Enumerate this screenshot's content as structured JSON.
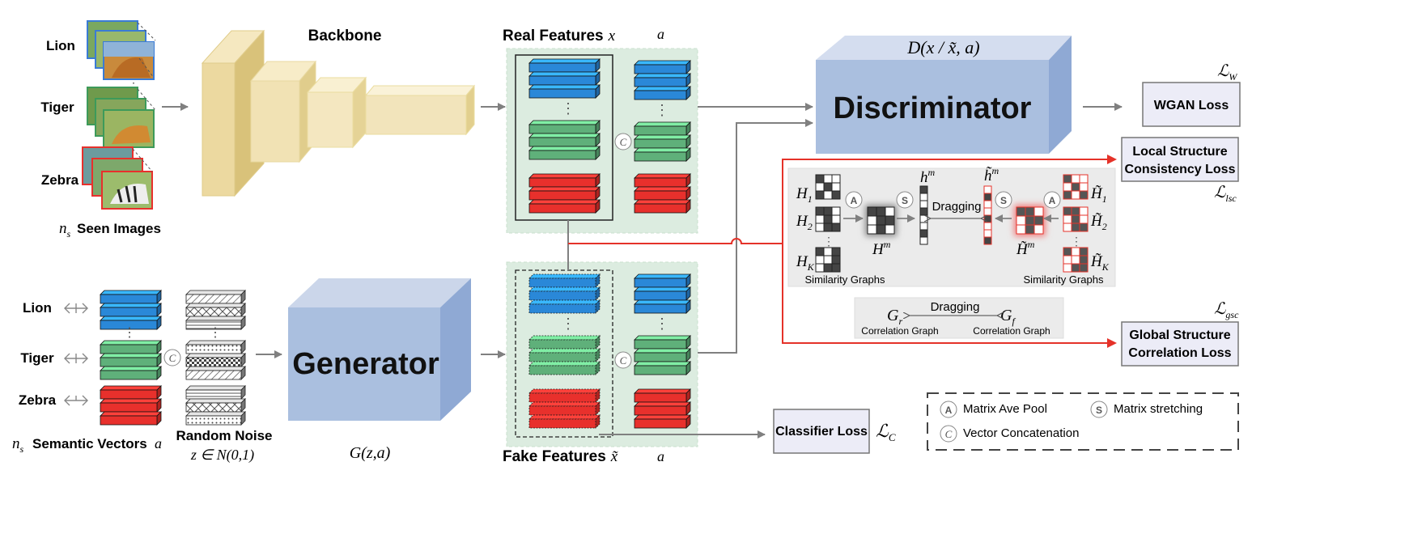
{
  "header": {
    "backbone": "Backbone",
    "real_features": "Real Features",
    "real_features_symbol": "x",
    "fake_features": "Fake Features",
    "fake_features_symbol": "x̃",
    "attribute_symbol": "a",
    "discriminator_formula": "D(x / x̃, a)",
    "generator_formula": "G(z,a)"
  },
  "seen_images": {
    "classes": [
      "Lion",
      "Tiger",
      "Zebra"
    ],
    "count_symbol": "n",
    "count_subscript": "s",
    "caption": "Seen Images"
  },
  "semantic_vectors": {
    "classes": [
      "Lion",
      "Tiger",
      "Zebra"
    ],
    "count_symbol": "n",
    "count_subscript": "s",
    "caption": "Semantic Vectors",
    "symbol": "a"
  },
  "noise": {
    "caption": "Random Noise",
    "formula": "z ∈ N(0,1)"
  },
  "blocks": {
    "discriminator": "Discriminator",
    "generator": "Generator"
  },
  "losses": {
    "wgan": "WGAN Loss",
    "wgan_symbol": "ℒ",
    "wgan_sub": "W",
    "local_line1": "Local Structure",
    "local_line2": "Consistency Loss",
    "local_symbol": "ℒ",
    "local_sub": "lsc",
    "global_line1": "Global Structure",
    "global_line2": "Correlation Loss",
    "global_symbol": "ℒ",
    "global_sub": "gsc",
    "classifier": "Classifier Loss",
    "classifier_symbol": "ℒ",
    "classifier_sub": "C"
  },
  "local_structure": {
    "H1": "H",
    "H1_sub": "1",
    "H2": "H",
    "H2_sub": "2",
    "HK": "H",
    "HK_sub": "K",
    "Hm": "H",
    "Hm_sup": "m",
    "hm": "h",
    "hm_sup": "m",
    "ht_m": "h̃",
    "ht_m_sup": "m",
    "Ht_m": "H̃",
    "Ht_m_sup": "m",
    "Ht1": "H̃",
    "Ht1_sub": "1",
    "Ht2": "H̃",
    "Ht2_sub": "2",
    "HtK": "H̃",
    "HtK_sub": "K",
    "dragging": "Dragging",
    "similarity_left": "Similarity Graphs",
    "similarity_right": "Similarity Graphs",
    "op_A": "A",
    "op_S": "S"
  },
  "global_structure": {
    "Gr": "G",
    "Gr_sub": "r",
    "Gf": "G",
    "Gf_sub": "f",
    "dragging": "Dragging",
    "corr_left": "Correlation Graph",
    "corr_right": "Correlation Graph"
  },
  "concat_symbol": "C",
  "legend": {
    "A_symbol": "A",
    "A_label": "Matrix Ave Pool",
    "S_symbol": "S",
    "S_label": "Matrix stretching",
    "C_symbol": "C",
    "C_label": "Vector Concatenation"
  },
  "colors": {
    "blue": "#2a88d8",
    "green": "#5fb07a",
    "red": "#e8302c",
    "backbone": "#ecd9a0",
    "module_blue": "#aabfdf",
    "panel_green": "#dcece0",
    "arrow_red": "#e53229"
  }
}
